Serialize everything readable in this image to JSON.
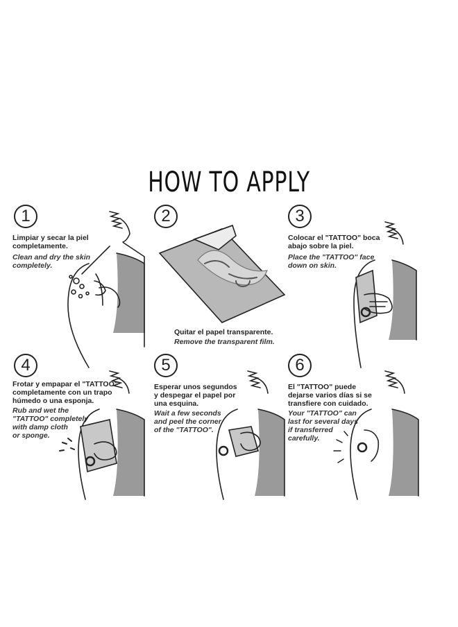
{
  "title": "HOW TO APPLY",
  "steps": [
    {
      "number": "1",
      "es": [
        "Limpiar y secar la piel",
        "completamente."
      ],
      "en": [
        "Clean and dry the skin",
        "completely."
      ]
    },
    {
      "number": "2",
      "es": [
        "Quitar el papel transparente."
      ],
      "en": [
        "Remove the transparent film."
      ]
    },
    {
      "number": "3",
      "es": [
        "Colocar  el \"TATTOO\" boca",
        "abajo sobre la piel."
      ],
      "en": [
        "Place the \"TATTOO\" face",
        "down on skin."
      ]
    },
    {
      "number": "4",
      "es": [
        "Frotar y empapar el \"TATTOO\"",
        "completamente con un trapo",
        "húmedo o una esponja."
      ],
      "en": [
        "Rub and wet the",
        "\"TATTOO\" completely",
        "with damp cloth",
        "or sponge."
      ]
    },
    {
      "number": "5",
      "es": [
        "Esperar unos segundos",
        "y despegar el papel por",
        "una esquina."
      ],
      "en": [
        "Wait a few seconds",
        "and peel the corner",
        "of the \"TATTOO\"."
      ]
    },
    {
      "number": "6",
      "es": [
        "El \"TATTOO\" puede",
        "dejarse varios días si se",
        "transfiere con cuidado."
      ],
      "en": [
        "Your \"TATTOO\" can",
        "last for several days",
        "if transferred",
        "carefully."
      ]
    }
  ]
}
